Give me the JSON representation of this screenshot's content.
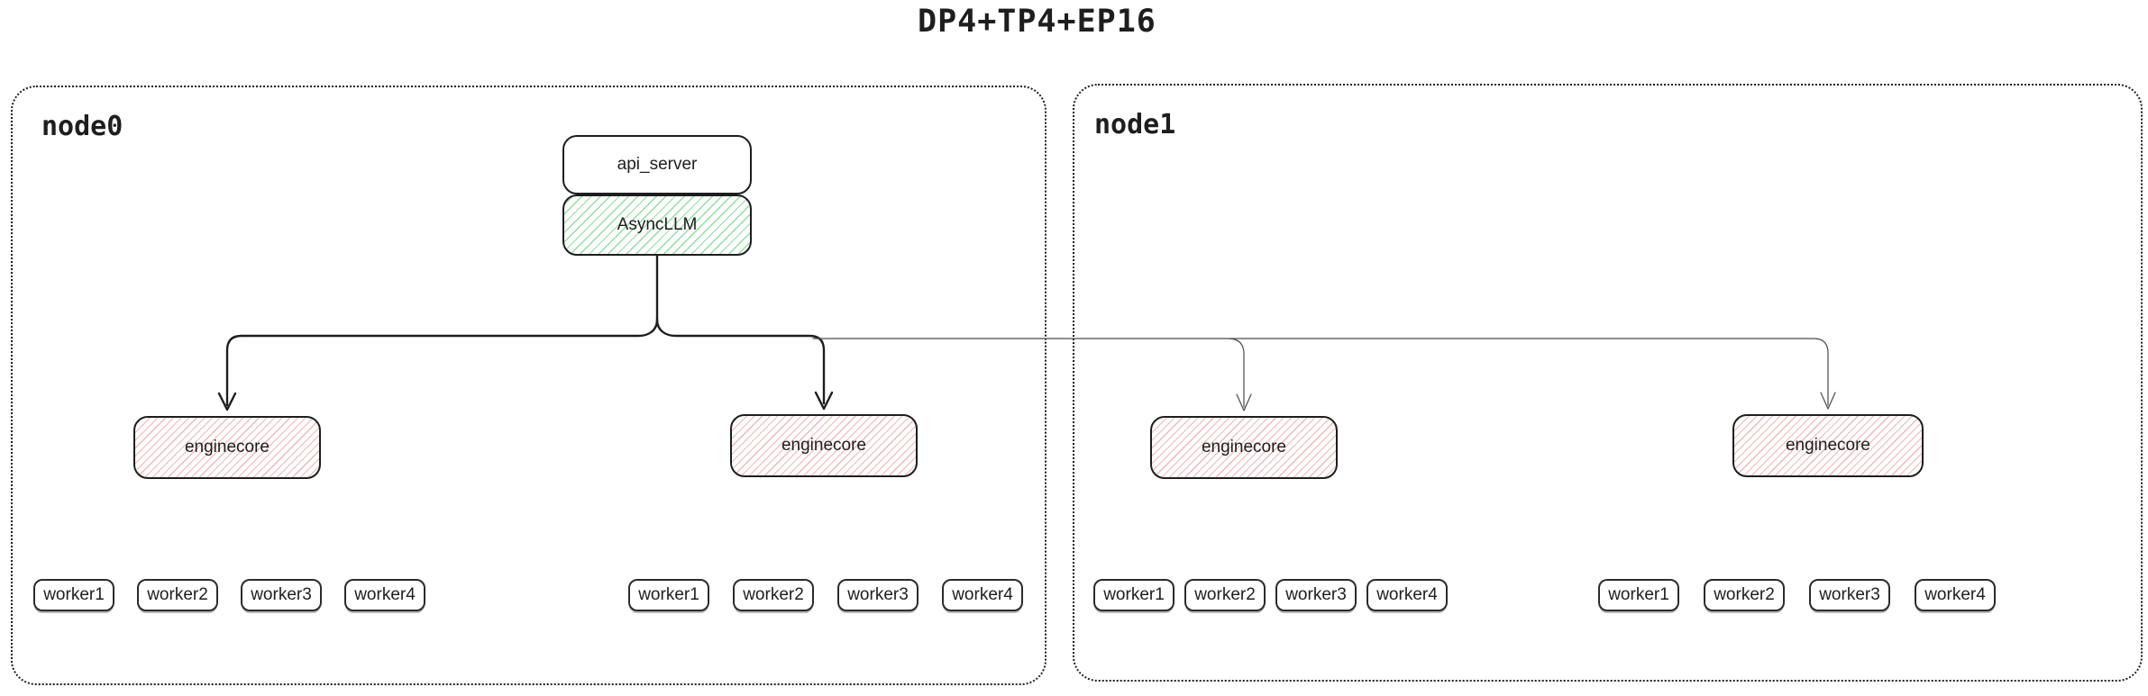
{
  "title": "DP4+TP4+EP16",
  "colors": {
    "outline": "#1e1e1e",
    "green_hatch": "#8fdf9f",
    "red_hatch": "#f2b6b6",
    "thin_connector": "#4a4a4a",
    "background": "#ffffff"
  },
  "node0": {
    "label": "node0",
    "api_server_label": "api_server",
    "asyncllm_label": "AsyncLLM",
    "enginecores": [
      "enginecore",
      "enginecore"
    ],
    "worker_groups": [
      [
        "worker1",
        "worker2",
        "worker3",
        "worker4"
      ],
      [
        "worker1",
        "worker2",
        "worker3",
        "worker4"
      ]
    ]
  },
  "node1": {
    "label": "node1",
    "enginecores": [
      "enginecore",
      "enginecore"
    ],
    "worker_groups": [
      [
        "worker1",
        "worker2",
        "worker3",
        "worker4"
      ],
      [
        "worker1",
        "worker2",
        "worker3",
        "worker4"
      ]
    ]
  }
}
